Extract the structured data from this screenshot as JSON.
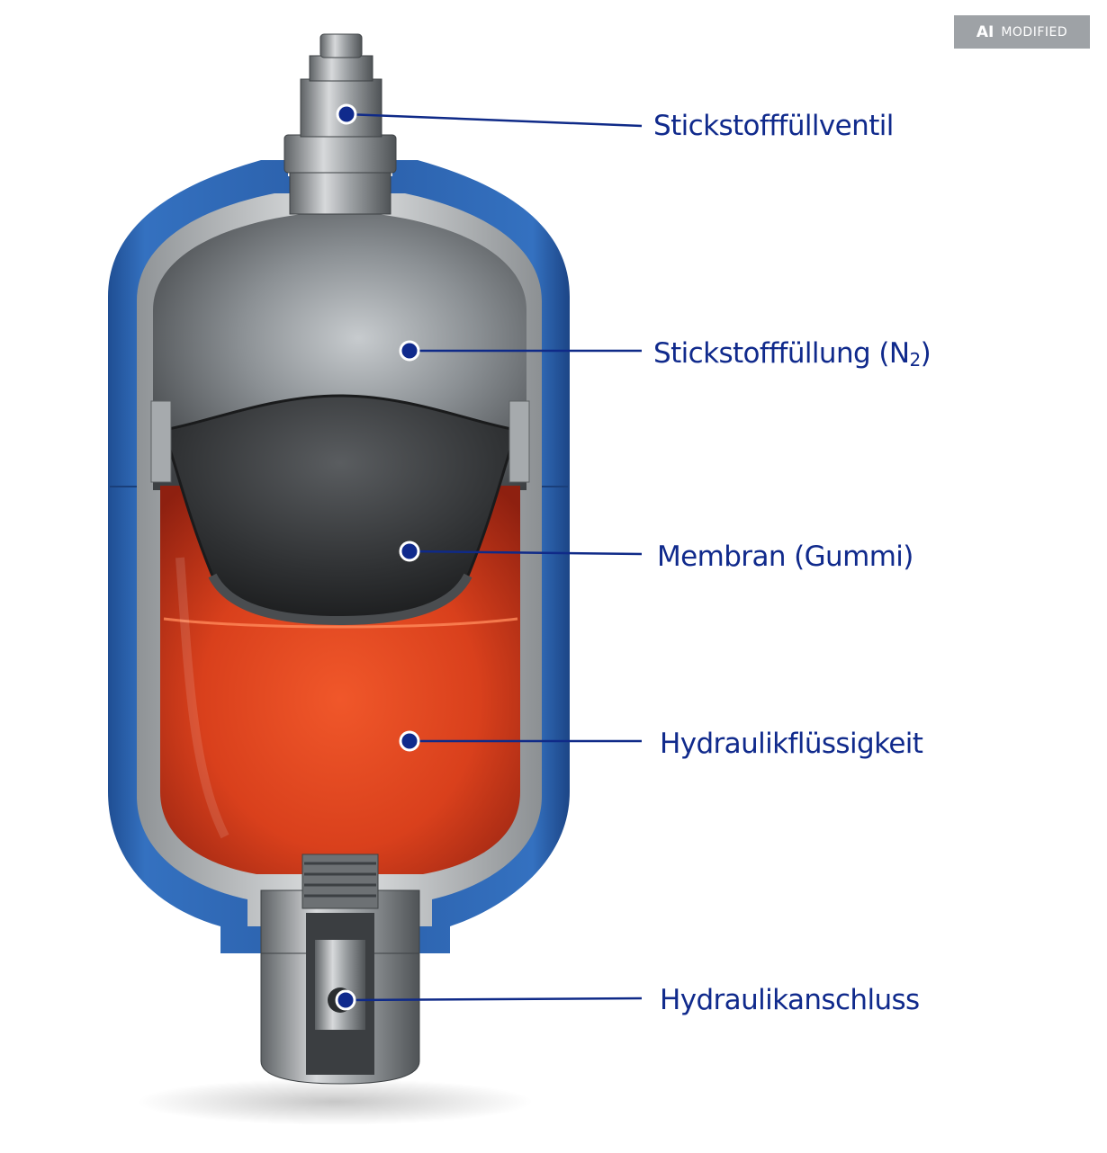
{
  "badge": {
    "ai": "AI",
    "modified": "MODIFIED"
  },
  "labels": [
    {
      "name": "callout-nitrogen-valve",
      "text": "Stickstofffüllventil"
    },
    {
      "name": "callout-nitrogen-fill",
      "text": "Stickstofffüllung (N",
      "sub": "2",
      "suffix": ")"
    },
    {
      "name": "callout-membrane",
      "text": "Membran (Gummi)"
    },
    {
      "name": "callout-hydraulic-fluid",
      "text": "Hydraulikflüssigkeit"
    },
    {
      "name": "callout-hydraulic-port",
      "text": "Hydraulikanschluss"
    }
  ],
  "colors": {
    "label": "#102a8c",
    "leader": "#0f2a88",
    "shell": "#2d63ad",
    "steel": "#b9bcbe",
    "gas": "#7f8487",
    "membrane": "#2d2f31",
    "fluid": "#d8401c"
  }
}
